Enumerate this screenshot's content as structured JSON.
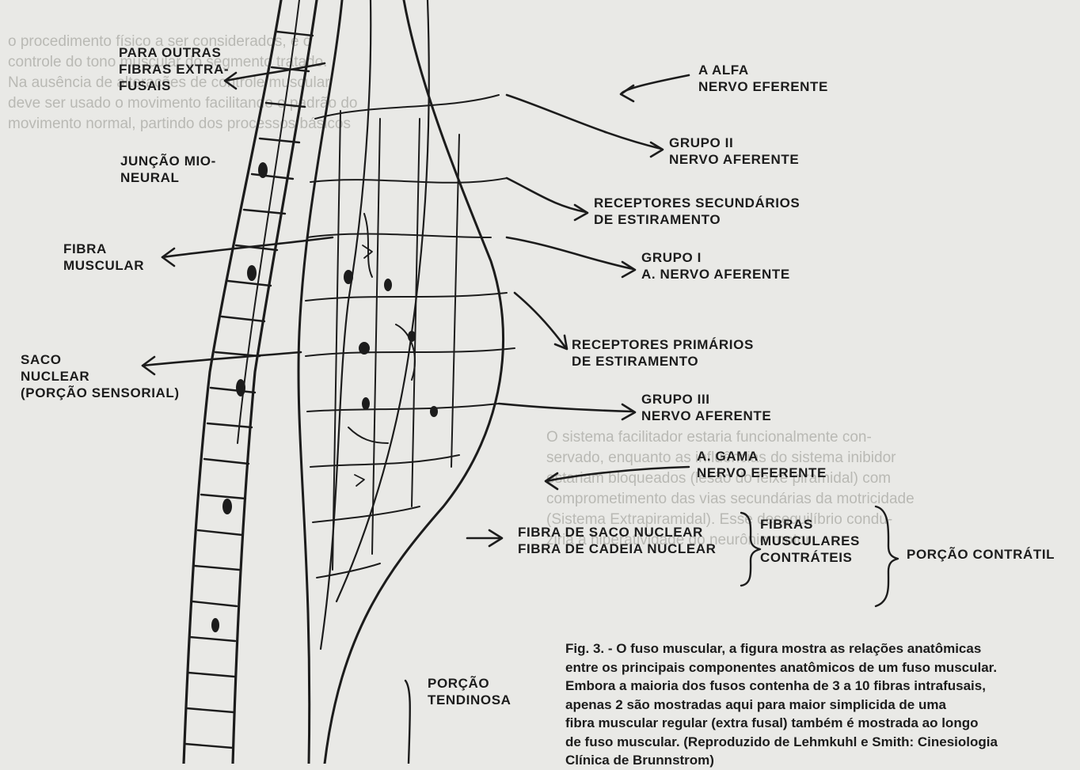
{
  "labels": {
    "para_outras": "PARA OUTRAS\nFIBRAS EXTRA-\nFUSAIS",
    "juncao": "JUNÇÃO MIO-\nNEURAL",
    "fibra_muscular": "FIBRA\nMUSCULAR",
    "saco_nuclear": "SACO\nNUCLEAR\n(PORÇÃO SENSORIAL)",
    "alfa": "A ALFA\nNERVO EFERENTE",
    "grupo2": "GRUPO II\nNERVO AFERENTE",
    "receptores_sec": "RECEPTORES SECUNDÁRIOS\nDE ESTIRAMENTO",
    "grupo1": "GRUPO I\nA. NERVO AFERENTE",
    "receptores_prim": "RECEPTORES PRIMÁRIOS\nDE ESTIRAMENTO",
    "grupo3": "GRUPO III\nNERVO AFERENTE",
    "gama": "A. GAMA\nNERVO EFERENTE",
    "fibras_nuclear": "FIBRA DE SACO NUCLEAR\nFIBRA DE CADEIA NUCLEAR",
    "fibras_musc": "FIBRAS\nMUSCULARES\nCONTRÁTEIS",
    "porcao_contratil": "PORÇÃO CONTRÁTIL",
    "porcao_tendinosa": "PORÇÃO\nTENDINOSA"
  },
  "caption": {
    "lines": [
      "Fig. 3. - O fuso muscular, a figura mostra as relações anatômicas",
      "entre os principais componentes anatômicos de um fuso muscular.",
      "Embora a maioria dos fusos contenha de 3 a 10 fibras intrafusais,",
      "apenas 2 são mostradas aqui para maior simplicida de uma",
      "fibra muscular regular (extra fusal) também é mostrada ao longo",
      "de fuso muscular. (Reproduzido de Lehmkuhl e Smith: Cinesiologia",
      "Clínica de Brunnstrom)"
    ]
  },
  "colors": {
    "paper": "#e9e9e6",
    "ink": "#1c1c1c",
    "bleed": "#b9b9b4"
  }
}
